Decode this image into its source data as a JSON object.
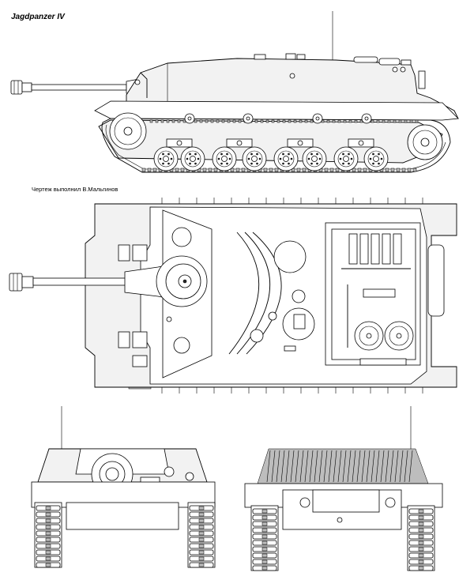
{
  "title": "Jagdpanzer IV",
  "credit": "Чертеж выполнил В.Мальгинов",
  "views": [
    "side-view",
    "top-view",
    "front-view",
    "rear-view"
  ]
}
